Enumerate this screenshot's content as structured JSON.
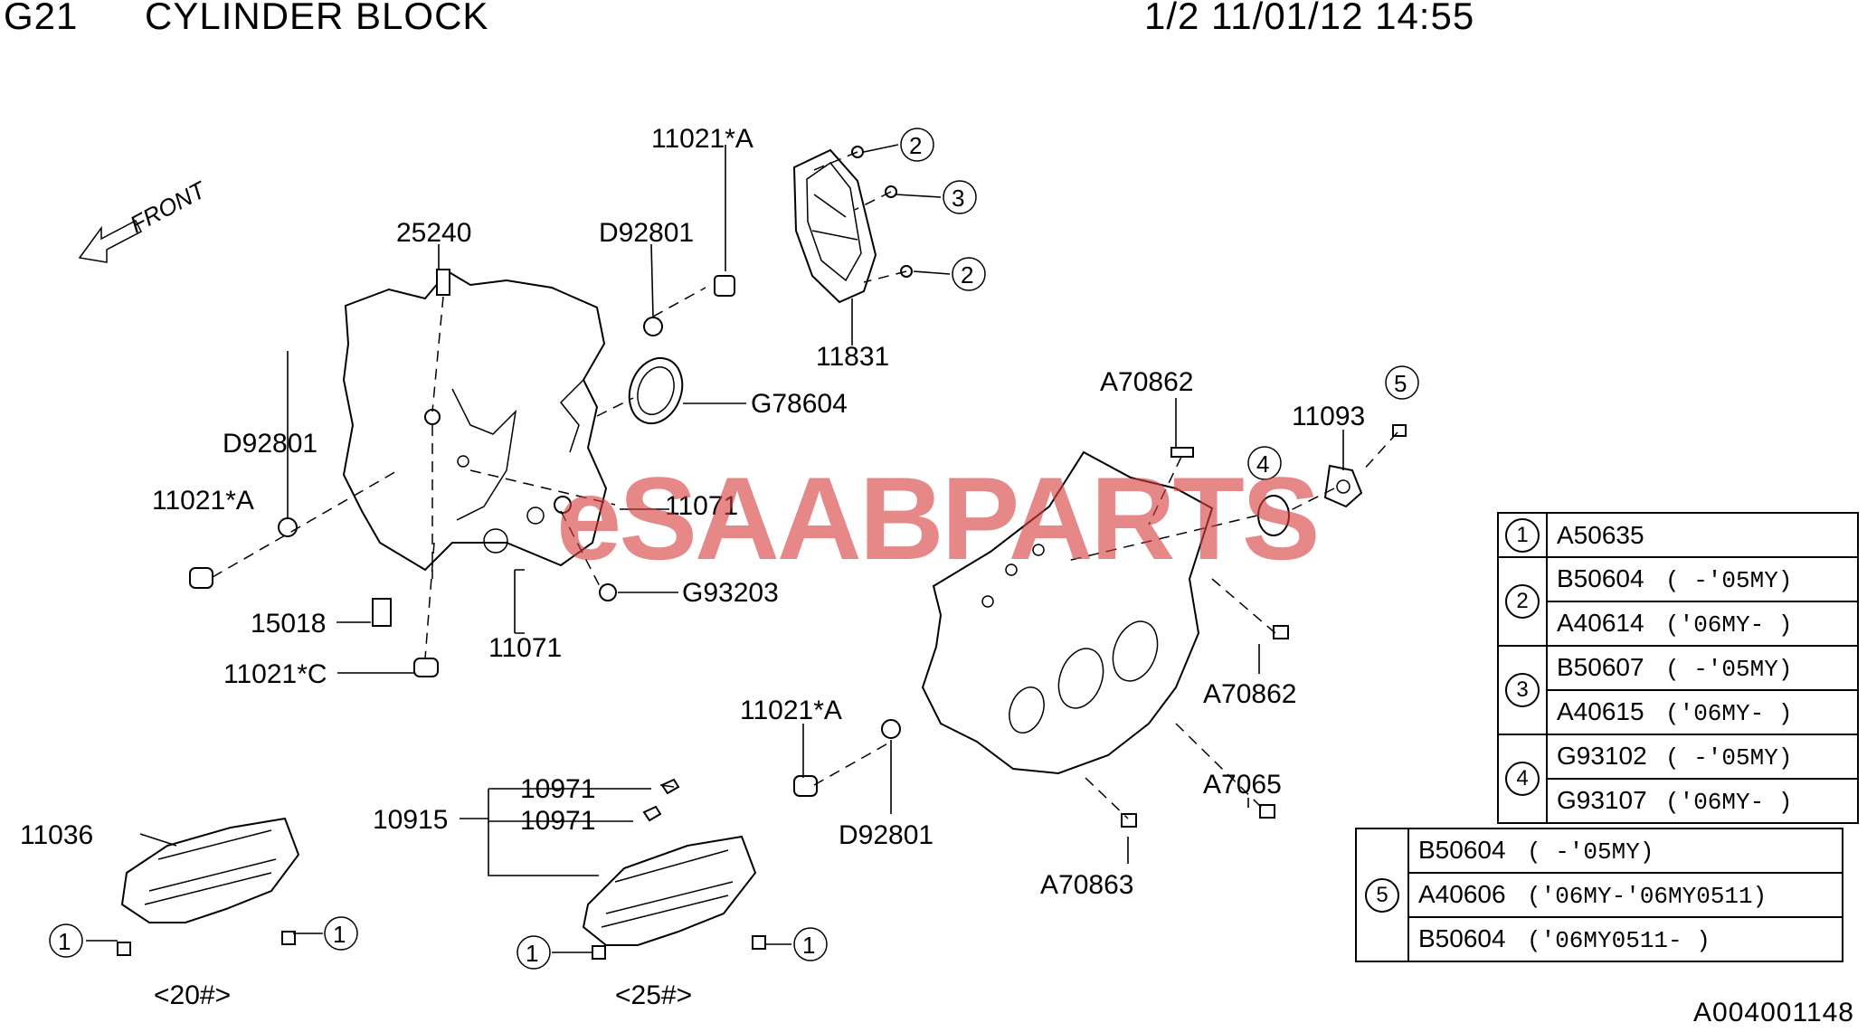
{
  "header": {
    "group": "G21",
    "title": "CYLINDER BLOCK",
    "page_info": "1/2 11/01/12 14:55"
  },
  "watermark": "eSAABPARTS",
  "front_marker": "FRONT",
  "callouts": [
    {
      "id": "c1",
      "text": "11021*A"
    },
    {
      "id": "c2",
      "text": "25240"
    },
    {
      "id": "c3",
      "text": "D92801"
    },
    {
      "id": "c4",
      "text": "11831"
    },
    {
      "id": "c5",
      "text": "G78604"
    },
    {
      "id": "c6",
      "text": "D92801"
    },
    {
      "id": "c7",
      "text": "11021*A"
    },
    {
      "id": "c8",
      "text": "11071"
    },
    {
      "id": "c9",
      "text": "G93203"
    },
    {
      "id": "c10",
      "text": "15018"
    },
    {
      "id": "c11",
      "text": "11071"
    },
    {
      "id": "c12",
      "text": "11021*C"
    },
    {
      "id": "c13",
      "text": "A70862"
    },
    {
      "id": "c14",
      "text": "11093"
    },
    {
      "id": "c15",
      "text": "A70862"
    },
    {
      "id": "c16",
      "text": "11021*A"
    },
    {
      "id": "c17",
      "text": "A7065"
    },
    {
      "id": "c18",
      "text": "D92801"
    },
    {
      "id": "c19",
      "text": "A70863"
    },
    {
      "id": "c20",
      "text": "11036"
    },
    {
      "id": "c21",
      "text": "10971"
    },
    {
      "id": "c22",
      "text": "10915"
    },
    {
      "id": "c23",
      "text": "10971"
    }
  ],
  "ref_circles": [
    "2",
    "3",
    "2",
    "5",
    "4",
    "1",
    "1",
    "1",
    "1"
  ],
  "variant_labels": [
    "<20#>",
    "<25#>"
  ],
  "legend": {
    "r1": {
      "ref": "1",
      "code": "A50635"
    },
    "r2": {
      "ref": "2",
      "rows": [
        {
          "code": "B50604",
          "note": "( -'05MY)"
        },
        {
          "code": "A40614",
          "note": "('06MY- )"
        }
      ]
    },
    "r3": {
      "ref": "3",
      "rows": [
        {
          "code": "B50607",
          "note": "( -'05MY)"
        },
        {
          "code": "A40615",
          "note": "('06MY- )"
        }
      ]
    },
    "r4": {
      "ref": "4",
      "rows": [
        {
          "code": "G93102",
          "note": "( -'05MY)"
        },
        {
          "code": "G93107",
          "note": "('06MY- )"
        }
      ]
    },
    "r5": {
      "ref": "5",
      "rows": [
        {
          "code": "B50604",
          "note": "( -'05MY)"
        },
        {
          "code": "A40606",
          "note": "('06MY-'06MY0511)"
        },
        {
          "code": "B50604",
          "note": "('06MY0511- )"
        }
      ]
    }
  },
  "footer_code": "A004001148"
}
